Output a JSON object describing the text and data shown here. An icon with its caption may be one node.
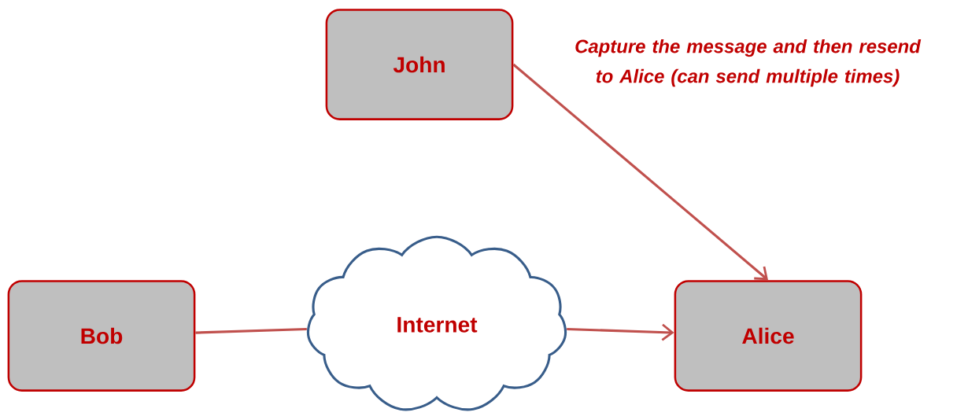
{
  "diagram": {
    "nodes": [
      {
        "text": [
          "John"
        ]
      },
      {
        "text": [
          "Bob"
        ]
      },
      {
        "text": [
          "Internet"
        ]
      },
      {
        "text": [
          "Alice"
        ]
      }
    ],
    "edges": [
      {
        "from": 0,
        "to": 3,
        "arrow": "to",
        "label": "Capture the message and then resend to Alice (can send multiple times)"
      },
      {
        "from": 1,
        "to": 2,
        "arrow": "none"
      },
      {
        "from": 2,
        "to": 3,
        "arrow": "to"
      }
    ]
  }
}
